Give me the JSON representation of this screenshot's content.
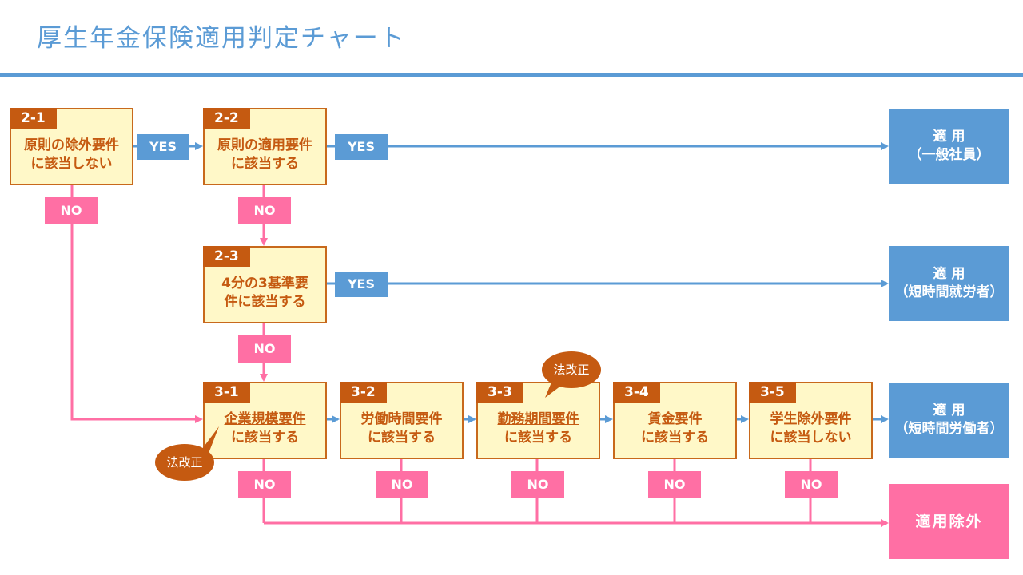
{
  "title": "厚生年金保険適用判定チャート",
  "colors": {
    "accent": "#5b9bd5",
    "box_border": "#c8691c",
    "box_fill": "#fff8c8",
    "no": "#ff6fa4",
    "bubble": "#c55a11"
  },
  "labels": {
    "yes": "YES",
    "no": "NO",
    "law_change": "法改正"
  },
  "nodes": {
    "n21": {
      "id": "2-1",
      "line1": "原則の除外要件",
      "line2": "に該当しない"
    },
    "n22": {
      "id": "2-2",
      "line1": "原則の適用要件",
      "line2": "に該当する"
    },
    "n23": {
      "id": "2-3",
      "line1": "4分の3基準要",
      "line2": "件に該当する"
    },
    "n31": {
      "id": "3-1",
      "line1": "企業規模要件",
      "line2": "に該当する"
    },
    "n32": {
      "id": "3-2",
      "line1": "労働時間要件",
      "line2": "に該当する"
    },
    "n33": {
      "id": "3-3",
      "line1": "勤務期間要件",
      "line2": "に該当する"
    },
    "n34": {
      "id": "3-4",
      "line1": "賃金要件",
      "line2": "に該当する"
    },
    "n35": {
      "id": "3-5",
      "line1": "学生除外要件",
      "line2": "に該当しない"
    }
  },
  "results": {
    "general": {
      "line1": "適 用",
      "line2": "（一般社員）"
    },
    "short_time_worker": {
      "line1": "適 用",
      "line2": "（短時間就労者）"
    },
    "short_time_laborer": {
      "line1": "適 用",
      "line2": "（短時間労働者）"
    },
    "excluded": {
      "line1": "適用除外"
    }
  }
}
